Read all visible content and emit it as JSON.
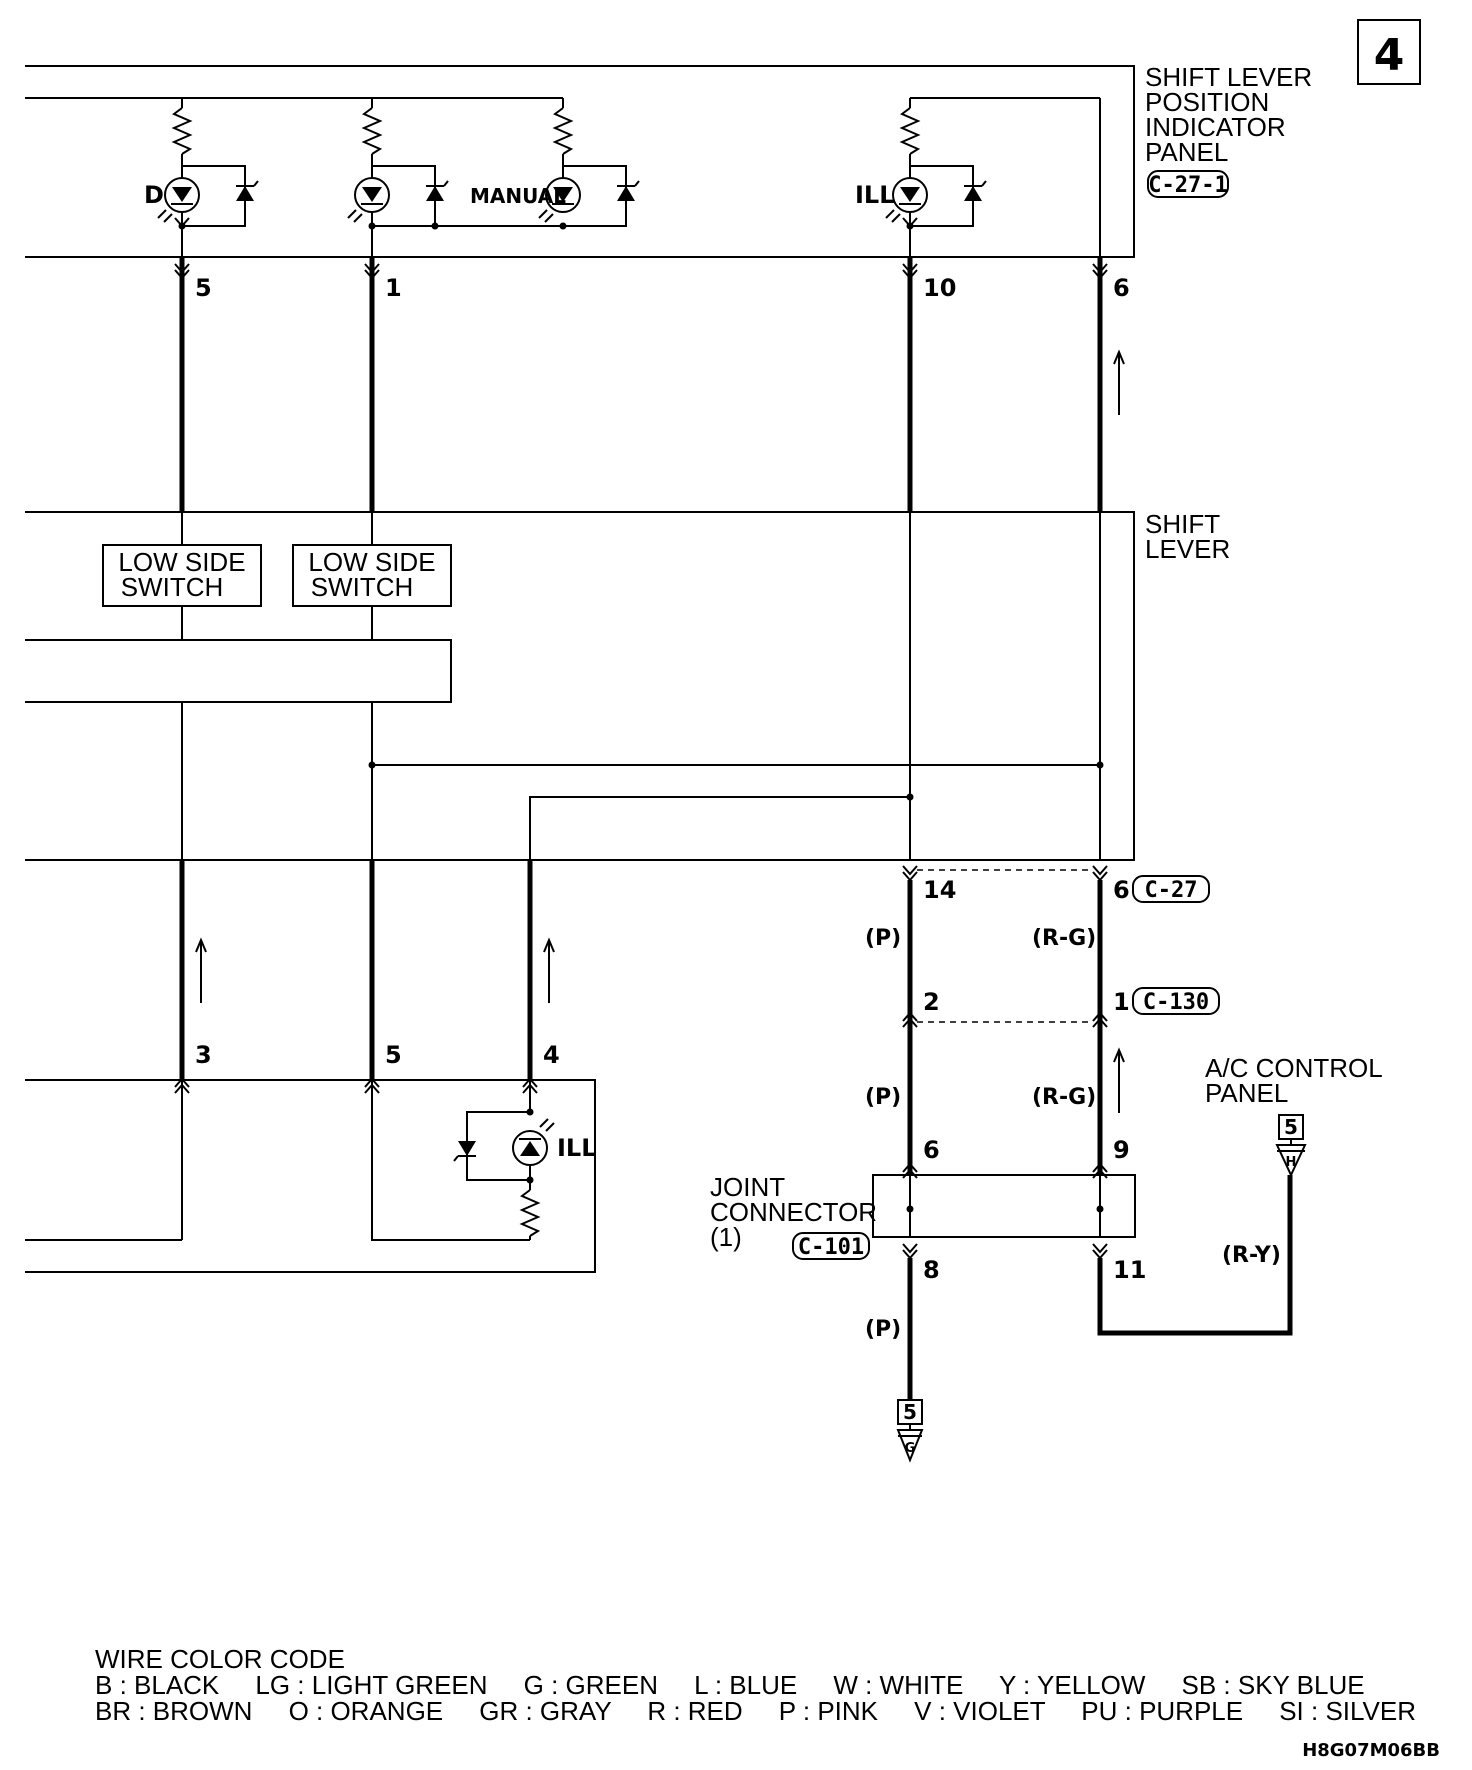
{
  "page_number": "4",
  "components": {
    "indicator_panel": {
      "line1": "SHIFT LEVER",
      "line2": "POSITION",
      "line3": "INDICATOR",
      "line4": "PANEL",
      "connector": "C-27-1"
    },
    "shift_lever": {
      "line1": "SHIFT",
      "line2": "LEVER"
    },
    "low_side_switch_1": {
      "line1": "LOW SIDE",
      "line2": "SWITCH"
    },
    "low_side_switch_2": {
      "line1": "LOW SIDE",
      "line2": "SWITCH"
    },
    "ac_control_panel": {
      "line1": "A/C CONTROL",
      "line2": "PANEL",
      "ref_num": "5",
      "ref_letter": "H"
    },
    "joint_connector": {
      "line1": "JOINT",
      "line2": "CONNECTOR",
      "line3": "(1)",
      "connector": "C-101"
    },
    "ground_ref": {
      "ref_num": "5",
      "ref_letter": "G"
    }
  },
  "leds": {
    "d": "D",
    "manual": "MANUAL",
    "ill_top": "ILL",
    "ill_bottom": "ILL"
  },
  "pins": {
    "panel_d": "5",
    "panel_sw2": "1",
    "panel_ill": "10",
    "panel_6": "6",
    "c27_left": "14",
    "c27_right": "6",
    "c27_label": "C-27",
    "c130_left": "2",
    "c130_right": "1",
    "c130_label": "C-130",
    "jc_left_top": "6",
    "jc_right_top": "9",
    "jc_left_bot": "8",
    "jc_right_bot": "11",
    "bottom_3": "3",
    "bottom_5": "5",
    "bottom_4": "4"
  },
  "wire_colors": {
    "p1": "(P)",
    "rg1": "(R-G)",
    "p2": "(P)",
    "rg2": "(R-G)",
    "p3": "(P)",
    "ry": "(R-Y)"
  },
  "legend": {
    "title": "WIRE COLOR CODE",
    "row1": "B : BLACK     LG : LIGHT GREEN     G : GREEN     L : BLUE     W : WHITE     Y : YELLOW     SB : SKY BLUE",
    "row2": "BR : BROWN     O : ORANGE     GR : GRAY     R : RED     P : PINK     V : VIOLET     PU : PURPLE     SI : SILVER"
  },
  "figure_code": "H8G07M06BB"
}
